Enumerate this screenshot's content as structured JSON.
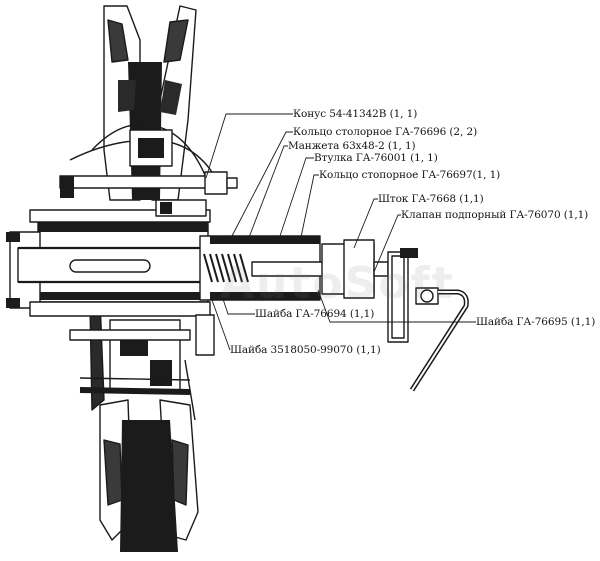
{
  "watermark": "AutoSoft",
  "callouts": [
    {
      "id": "konus",
      "text": "Конус 54-41342В (1, 1)"
    },
    {
      "id": "kolco_stop_1",
      "text": "Кольцо столорное  ГА-76696 (2, 2)"
    },
    {
      "id": "manzheta",
      "text": "Манжета 63х48-2 (1, 1)"
    },
    {
      "id": "vtulka",
      "text": "Втулка ГА-76001 (1, 1)"
    },
    {
      "id": "kolco_stop_2",
      "text": "Кольцо стопорное ГА-76697(1, 1)"
    },
    {
      "id": "shtok",
      "text": "Шток ГА-7668 (1,1)"
    },
    {
      "id": "klapan",
      "text": "Клапан подпорный ГА-76070 (1,1)"
    },
    {
      "id": "shaiba_95",
      "text": "Шайба ГА-76695 (1,1)"
    },
    {
      "id": "shaiba_94",
      "text": "Шайба ГА-76694 (1,1)"
    },
    {
      "id": "shaiba_3518",
      "text": "Шайба 3518050-99070 (1,1)"
    }
  ]
}
